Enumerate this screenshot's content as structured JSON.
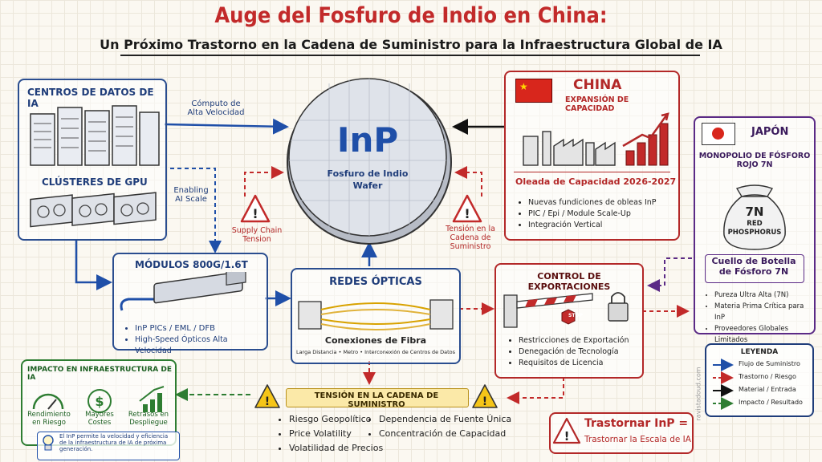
{
  "title": "Auge del Fosfuro de Indio en China:",
  "subtitle": "Un Próximo Trastorno en la Cadena de Suministro para la Infraestructura Global de IA",
  "datacenters": {
    "title": "CENTROS DE DATOS DE IA",
    "gpu_title": "CLÚSTERES DE GPU"
  },
  "arrow_labels": {
    "compute": "Cómputo de\nAlta Velocidad",
    "enabling": "Enabling\nAI Scale",
    "supply_tension": "Supply Chain\nTension",
    "tension_chain": "Tensión en la\nCadena de\nSuministro"
  },
  "wafer": {
    "symbol": "InP",
    "line1": "Fosfuro de Indio",
    "line2": "Wafer"
  },
  "china": {
    "title": "CHINA",
    "subtitle": "EXPANSIÓN DE CAPACIDAD",
    "wave": "Oleada de Capacidad 2026-2027",
    "bullets": [
      "Nuevas fundiciones de obleas InP",
      "PIC / Epi / Module Scale-Up",
      "Integración Vertical"
    ]
  },
  "japan": {
    "title": "JAPÓN",
    "monopoly": "MONOPOLIO DE FÓSFORO\nROJO 7N",
    "bag_7n": "7N",
    "bag_line1": "RED",
    "bag_line2": "PHOSPHORUS",
    "bottleneck": "Cuello de Botella\nde Fósforo 7N",
    "bullets": [
      "Pureza Ultra Alta (7N)",
      "Materia Prima Crítica para InP",
      "Proveedores Globales Limitados"
    ]
  },
  "modules": {
    "title": "MÓDULOS 800G/1.6T",
    "bullets": [
      "InP PICs / EML / DFB",
      "High-Speed Ópticos Alta Velocidad"
    ]
  },
  "optical": {
    "title": "REDES ÓPTICAS",
    "fiber": "Conexiones de Fibra",
    "sub": "Larga Distancia • Metro • Interconexión de Centros de Datos"
  },
  "export": {
    "title": "CONTROL DE EXPORTACIONES",
    "stop": "STOP",
    "bullets": [
      "Restricciones de Exportación",
      "Denegación de Tecnología",
      "Requisitos de Licencia"
    ]
  },
  "impact": {
    "title": "IMPACTO EN INFRAESTRUCTURA DE IA",
    "items": [
      "Rendimiento\nen Riesgo",
      "Mayores\nCostes",
      "Retrasos en\nDespliegue"
    ],
    "note": "El InP permite la velocidad y eficiencia de la infraestructura de IA de próxima generación."
  },
  "tension": {
    "title": "TENSIÓN EN LA CADENA DE SUMINISTRO",
    "bullets_left": [
      "Riesgo Geopolítico",
      "Price Volatility",
      "Volatilidad de Precios"
    ],
    "bullets_right": [
      "Dependencia de Fuente Única",
      "Concentración de Capacidad"
    ]
  },
  "legend": {
    "title": "LEYENDA",
    "items": [
      "Flujo de Suministro",
      "Trastorno / Riesgo",
      "Material / Entrada",
      "Impacto / Resultado"
    ],
    "colors": [
      "#1f4fa8",
      "#c22a2a",
      "#111111",
      "#2e7d32"
    ]
  },
  "conclusion": {
    "line1": "Trastornar InP =",
    "line2": "Trastornar la Escala de IA"
  },
  "watermark": "ravistadoud.com"
}
